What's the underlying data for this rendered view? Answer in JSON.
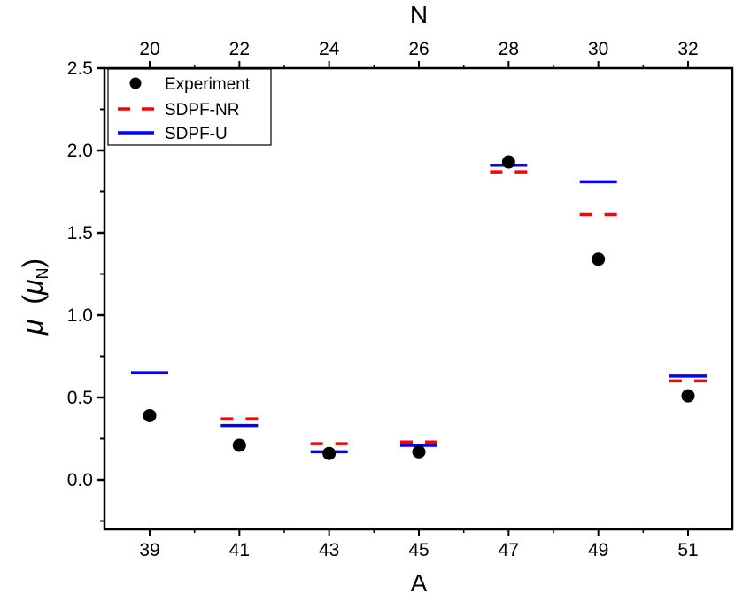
{
  "chart_data": {
    "type": "scatter",
    "title": "",
    "xlabel": "A",
    "x2label": "N",
    "ylabel": "μ (μN)",
    "ylabel_main": "μ",
    "ylabel_unit": "μ",
    "ylabel_unit_sub": "N",
    "x": [
      39,
      41,
      43,
      45,
      47,
      49,
      51
    ],
    "x_ticks": [
      "39",
      "41",
      "43",
      "45",
      "47",
      "49",
      "51"
    ],
    "x2": [
      20,
      22,
      24,
      26,
      28,
      30,
      32
    ],
    "x2_ticks": [
      "20",
      "22",
      "24",
      "26",
      "28",
      "30",
      "32"
    ],
    "y_ticks": [
      "0.0",
      "0.5",
      "1.0",
      "1.5",
      "2.0",
      "2.5"
    ],
    "ylim": [
      -0.3,
      2.5
    ],
    "xlim": [
      38.0,
      52.0
    ],
    "grid": false,
    "legend_position": "upper left",
    "series": [
      {
        "name": "Experiment",
        "style": "marker",
        "color": "#000000",
        "values": [
          0.39,
          0.21,
          0.16,
          0.17,
          1.93,
          1.34,
          0.51
        ]
      },
      {
        "name": "SDPF-NR",
        "style": "dashed-bar",
        "color": "#ff0000",
        "values": [
          null,
          0.37,
          0.22,
          0.23,
          1.87,
          1.61,
          0.6
        ]
      },
      {
        "name": "SDPF-U",
        "style": "solid-bar",
        "color": "#0000ff",
        "values": [
          0.65,
          0.33,
          0.17,
          0.21,
          1.91,
          1.81,
          0.63
        ]
      }
    ]
  },
  "legend": {
    "items": [
      {
        "label": "Experiment"
      },
      {
        "label": "SDPF-NR"
      },
      {
        "label": "SDPF-U"
      }
    ]
  }
}
